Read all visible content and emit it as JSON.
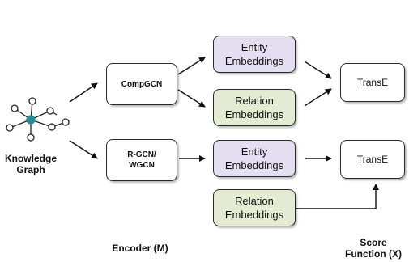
{
  "graph": {
    "label": "Knowledge\nGraph"
  },
  "encoders": {
    "top": "CompGCN",
    "bottom": "R-GCN/\nWGCN"
  },
  "embeddings": {
    "top_entity": "Entity\nEmbeddings",
    "top_relation": "Relation\nEmbeddings",
    "bottom_entity": "Entity\nEmbeddings",
    "bottom_relation": "Relation\nEmbeddings"
  },
  "score": {
    "top": "TransE",
    "bottom": "TransE"
  },
  "footer": {
    "encoder": "Encoder (M)",
    "score": "Score\nFunction (X)"
  },
  "colors": {
    "entity_fill": "#e4dff0",
    "relation_fill": "#e3ecd3",
    "graph_node_center": "#2a8a96"
  }
}
